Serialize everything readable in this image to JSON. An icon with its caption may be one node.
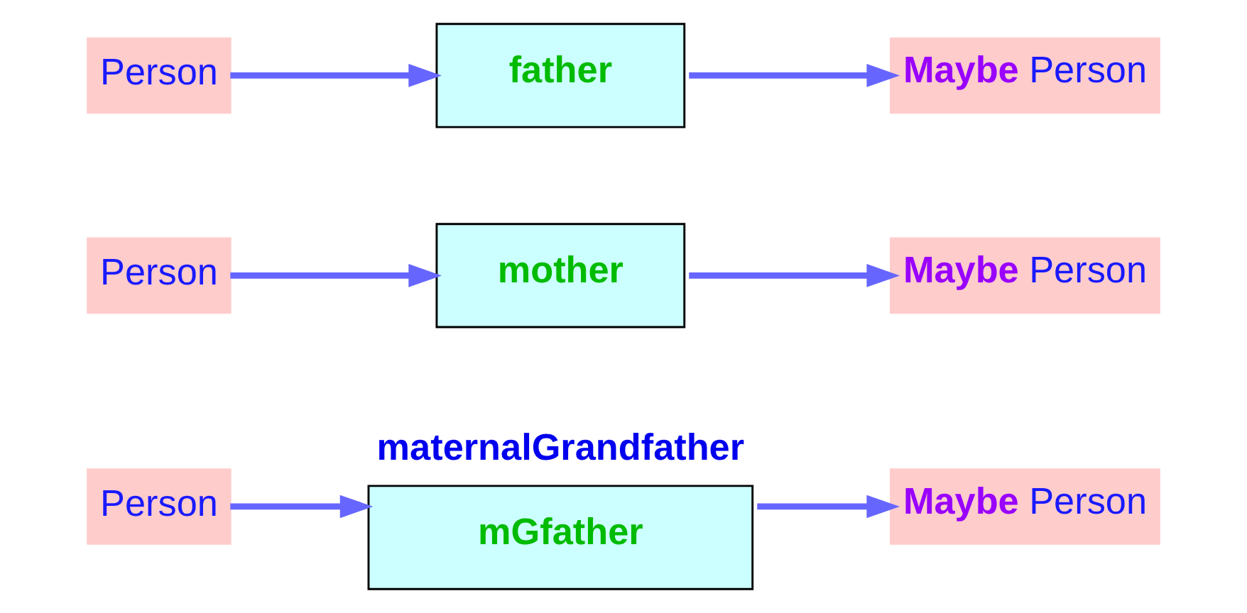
{
  "diagram": {
    "nodes": [
      {
        "text": [
          "Person"
        ]
      },
      {
        "text": [
          "father"
        ]
      },
      {
        "text": [
          "**Maybe** Person"
        ]
      },
      {
        "text": [
          "Person"
        ]
      },
      {
        "text": [
          "mother"
        ]
      },
      {
        "text": [
          "**Maybe** Person"
        ]
      },
      {
        "text": [
          "Person"
        ]
      },
      {
        "text": [
          "maternalGrandfather",
          "mGfather"
        ]
      },
      {
        "text": [
          "**Maybe** Person"
        ]
      }
    ],
    "edges": [
      {
        "from": 0,
        "to": 1,
        "arrow": "to"
      },
      {
        "from": 1,
        "to": 2,
        "arrow": "to"
      },
      {
        "from": 3,
        "to": 4,
        "arrow": "to"
      },
      {
        "from": 4,
        "to": 5,
        "arrow": "to"
      },
      {
        "from": 6,
        "to": 7,
        "arrow": "to"
      },
      {
        "from": 7,
        "to": 8,
        "arrow": "to"
      }
    ]
  }
}
